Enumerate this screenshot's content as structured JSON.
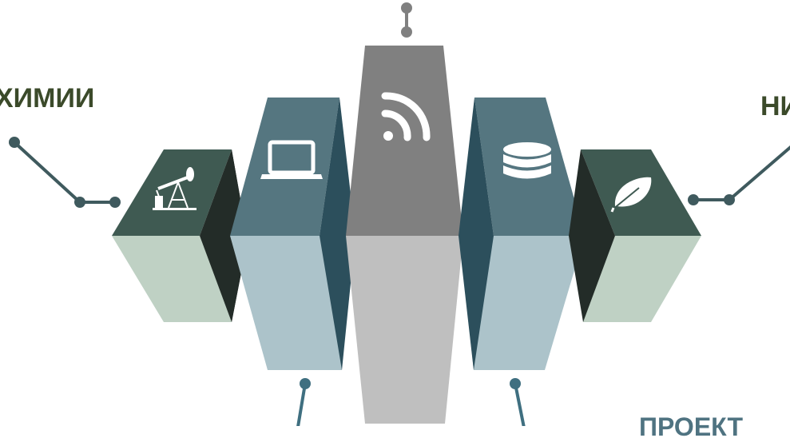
{
  "labels": {
    "left": "ХИМИИ",
    "right": "НИ",
    "bottom": "ПРОЕКТ"
  },
  "blocks": [
    {
      "position": "far-left",
      "icon": "oil-pump-icon"
    },
    {
      "position": "left",
      "icon": "laptop-icon"
    },
    {
      "position": "center",
      "icon": "rss-icon"
    },
    {
      "position": "right",
      "icon": "database-icon"
    },
    {
      "position": "far-right",
      "icon": "leaf-icon"
    }
  ],
  "colors": {
    "dark_green": "#3f5a52",
    "dark_green_side": "#232c28",
    "light_green": "#bfd1c4",
    "slate": "#557680",
    "slate_side": "#2c4f5c",
    "light_slate": "#acc3ca",
    "gray_top": "#808080",
    "gray_bottom": "#bfbfbf",
    "connector": "#3f5a5e"
  }
}
